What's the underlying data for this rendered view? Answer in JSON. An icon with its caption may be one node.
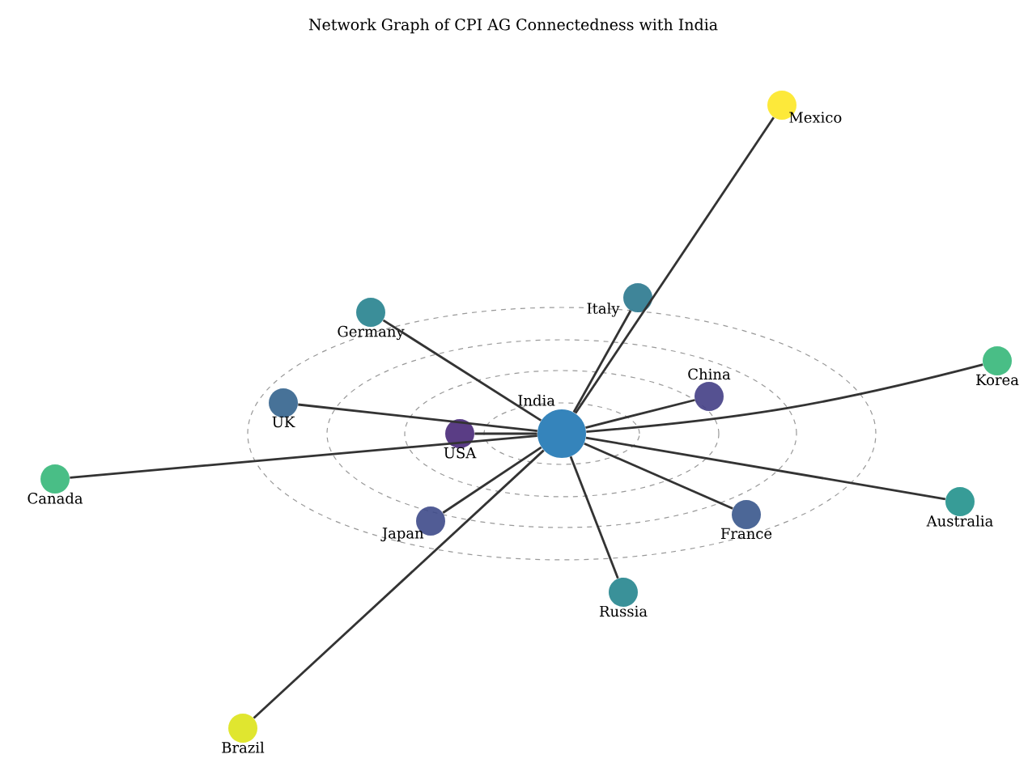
{
  "diagram": {
    "title": "Network Graph of CPI AG Connectedness with India",
    "nodes": [
      {
        "text": [
          "Mexico"
        ]
      },
      {
        "text": [
          "Italy"
        ]
      },
      {
        "text": [
          "Germany"
        ]
      },
      {
        "text": [
          "Korea"
        ]
      },
      {
        "text": [
          "India"
        ]
      },
      {
        "text": [
          "UK"
        ]
      },
      {
        "text": [
          "China"
        ]
      },
      {
        "text": [
          "USA"
        ]
      },
      {
        "text": [
          "Canada"
        ]
      },
      {
        "text": [
          "Australia"
        ]
      },
      {
        "text": [
          "Japan"
        ]
      },
      {
        "text": [
          "France"
        ]
      },
      {
        "text": [
          "Russia"
        ]
      },
      {
        "text": [
          "Brazil"
        ]
      }
    ],
    "edges": [
      {
        "from": 4,
        "to": 0,
        "arrow": "none"
      },
      {
        "from": 4,
        "to": 1,
        "arrow": "none"
      },
      {
        "from": 4,
        "to": 2,
        "arrow": "none"
      },
      {
        "from": 4,
        "to": 3,
        "arrow": "none"
      },
      {
        "from": 4,
        "to": 5,
        "arrow": "none"
      },
      {
        "from": 4,
        "to": 6,
        "arrow": "none"
      },
      {
        "from": 4,
        "to": 7,
        "arrow": "none"
      },
      {
        "from": 4,
        "to": 8,
        "arrow": "none"
      },
      {
        "from": 4,
        "to": 9,
        "arrow": "none"
      },
      {
        "from": 4,
        "to": 10,
        "arrow": "none"
      },
      {
        "from": 4,
        "to": 11,
        "arrow": "none"
      },
      {
        "from": 4,
        "to": 12,
        "arrow": "none"
      },
      {
        "from": 4,
        "to": 13,
        "arrow": "none"
      }
    ]
  }
}
